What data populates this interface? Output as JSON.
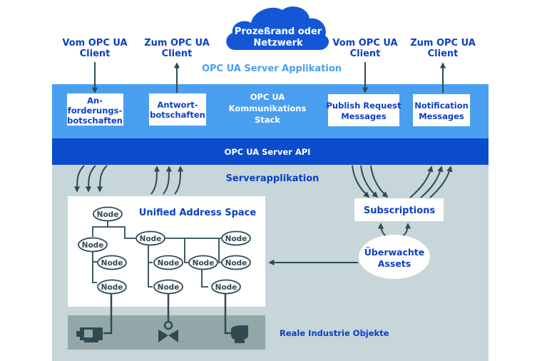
{
  "colors": {
    "light_blue": "#4a9ff0",
    "dark_blue": "#0b4ccc",
    "grey_area": "#c6d6d9",
    "dark_grey_band": "#93a7a9",
    "text_blue": "#0b3fc4",
    "arrow": "#2f4a52",
    "cloud": "#1457d6"
  },
  "cloud": {
    "line1": "Prozeßrand oder",
    "line2": "Netzwerk"
  },
  "clients": [
    {
      "line1": "Vom OPC UA",
      "line2": "Client"
    },
    {
      "line1": "Zum OPC UA",
      "line2": "Client"
    },
    {
      "line1": "Vom OPC UA",
      "line2": "Client"
    },
    {
      "line1": "Zum OPC UA",
      "line2": "Client"
    }
  ],
  "server_app_title": "OPC UA Server Applikation",
  "stack": {
    "line1": "OPC UA",
    "line2": "Kommunikations",
    "line3": "Stack"
  },
  "message_boxes": [
    {
      "line1": "An-",
      "line2": "forderungs-",
      "line3": "botschaften"
    },
    {
      "line1": "Antwort-",
      "line2": "botschaften"
    },
    {
      "line1": "Publish Request",
      "line2": "Messages"
    },
    {
      "line1": "Notification",
      "line2": "Messages"
    }
  ],
  "server_api": "OPC UA Server API",
  "serverapplikation": "Serverapplikation",
  "address_space": {
    "title": "Unified Address Space",
    "node_label": "Node",
    "node_count": 11
  },
  "subscriptions": "Subscriptions",
  "monitored_assets": {
    "line1": "Überwachte",
    "line2": "Assets"
  },
  "real_objects": "Reale Industrie Objekte",
  "real_object_icons": [
    "motor-icon",
    "valve-icon",
    "pump-icon"
  ]
}
